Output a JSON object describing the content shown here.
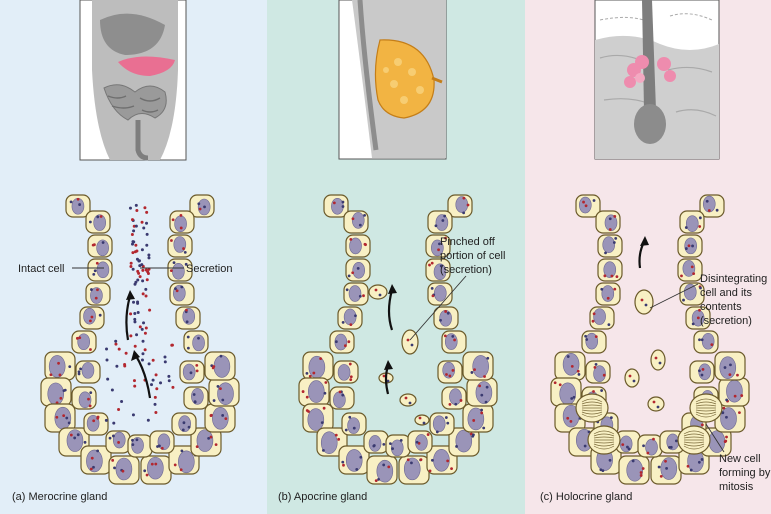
{
  "colors": {
    "panel_a": "#e2eef8",
    "panel_b": "#cfe8e3",
    "panel_c": "#f6e6ea",
    "cell_fill": "#f8f0c4",
    "nucleus": "#9a94b8",
    "secretion_red": "#b3272f",
    "secretion_blue": "#3a3a70"
  },
  "panels": [
    {
      "caption": "(a) Merocrine gland",
      "labels": {
        "intact_cell": "Intact cell",
        "secretion": "Secretion"
      },
      "thumbnail_icon": "digestive-organs-icon"
    },
    {
      "caption": "(b) Apocrine gland",
      "labels": {
        "pinched_off": [
          "Pinched off",
          "portion of cell",
          "(secretion)"
        ]
      },
      "thumbnail_icon": "mammary-gland-icon"
    },
    {
      "caption": "(c) Holocrine gland",
      "labels": {
        "disintegrating": [
          "Disintegrating",
          "cell and its",
          "contents",
          "(secretion)"
        ],
        "new_cell": [
          "New cell",
          "forming by",
          "mitosis"
        ]
      },
      "thumbnail_icon": "skin-hair-follicle-icon"
    }
  ]
}
